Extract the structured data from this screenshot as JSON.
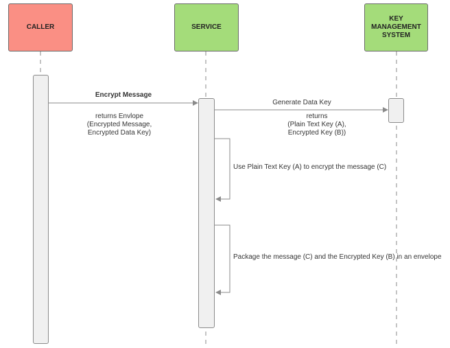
{
  "actors": {
    "caller": {
      "label": "CALLER",
      "color": "#fa8f84"
    },
    "service": {
      "label": "SERVICE",
      "color": "#a4dc7a"
    },
    "kms": {
      "label": "KEY\nMANAGEMENT\nSYSTEM",
      "color": "#a4dc7a"
    }
  },
  "messages": {
    "encrypt": "Encrypt Message",
    "returns_envelope": "returns Envlope\n(Encrypted Message,\nEncrypted Data Key)",
    "generate": "Generate Data Key",
    "returns_keys": "returns\n(Plain Text Key (A),\nEncrypted Key (B))",
    "use_plain": "Use Plain Text Key (A) to encrypt the message (C)",
    "package": "Package the message (C) and the Encrypted Key (B)  in an envelope"
  },
  "colors": {
    "line": "#8a8a8a",
    "activation_fill": "#f0f0f0"
  }
}
